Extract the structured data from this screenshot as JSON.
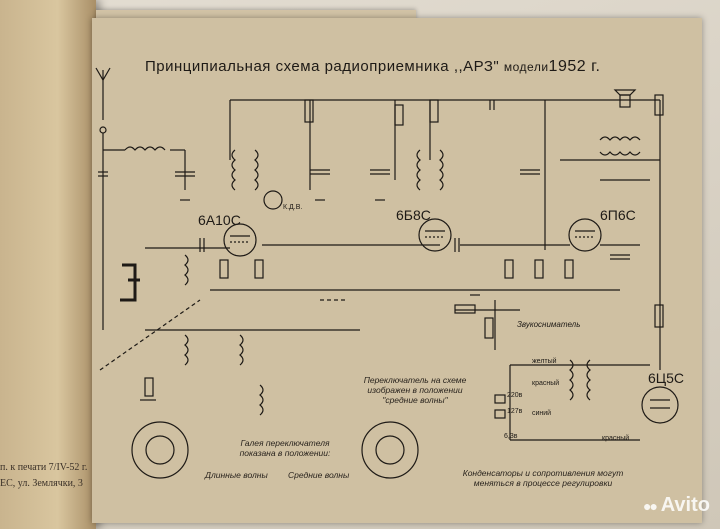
{
  "title": {
    "main": "Принципиальная схема радиоприемника",
    "name": ",,АРЗ\"",
    "suffix": "модели",
    "year": "1952 г."
  },
  "tubes": [
    "6А10С",
    "6Б8С",
    "6П6С",
    "6Ц5С"
  ],
  "switch_note": "Переключатель на схеме изображен в положении \"средние волны\"",
  "gallery_note": "Галея переключателя показана в положении:",
  "band_long": "Длинные волны",
  "band_medium": "Средние волны",
  "footer_note": "Конденсаторы и сопротивления могут меняться в процессе регулировки",
  "pickup_label": "Звукосниматель",
  "transformer_labels": {
    "yellow": "желтый",
    "red": "красный",
    "blue": "синий",
    "red2": "красный"
  },
  "voltages": {
    "v220": "220в",
    "v127": "127в",
    "v63": "6,3в"
  },
  "kde": "К.Д.В.",
  "imprint": {
    "line1": "п. к печати 7/IV-52 г.",
    "line2": "ЕС, ул. Землячки, 3"
  },
  "watermark": "Avito",
  "colors": {
    "paper": "#cfc0a2",
    "ink": "#1e1a16"
  }
}
